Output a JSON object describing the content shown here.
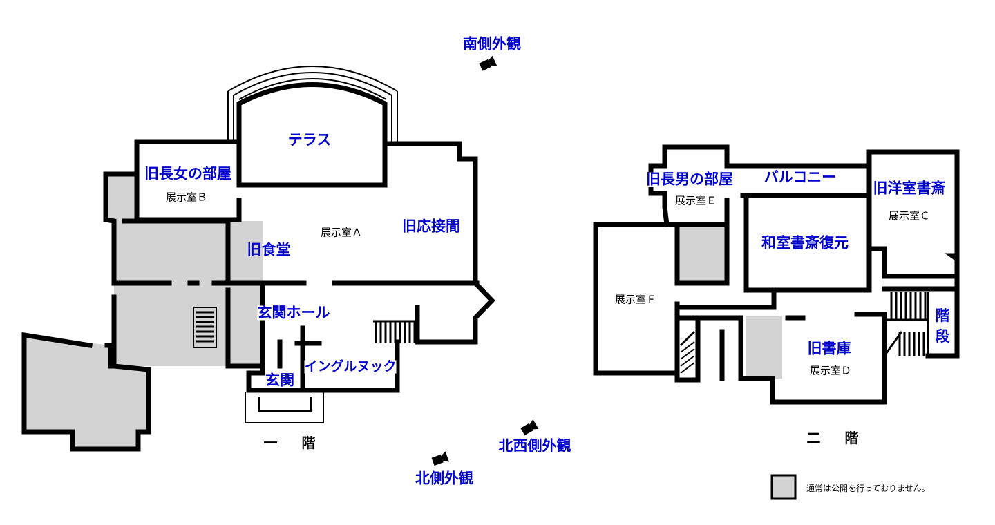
{
  "floor1": {
    "label": "一 階",
    "rooms": {
      "terrace": "テラス",
      "eldest_daughter_room": "旧長女の部屋",
      "exhibit_b": "展示室Ｂ",
      "exhibit_a": "展示室Ａ",
      "reception_room": "旧応接間",
      "dining_room": "旧食堂",
      "entrance_hall": "玄関ホール",
      "entrance": "玄関",
      "inglenook": "イングルヌック"
    }
  },
  "floor2": {
    "label": "二 階",
    "rooms": {
      "eldest_son_room": "旧長男の部屋",
      "exhibit_e": "展示室Ｅ",
      "balcony": "バルコニー",
      "western_study": "旧洋室書斎",
      "exhibit_c": "展示室Ｃ",
      "japanese_study_restored": "和室書斎復元",
      "exhibit_f": "展示室Ｆ",
      "old_library": "旧書庫",
      "exhibit_d": "展示室Ｄ",
      "stairs": "階段"
    }
  },
  "exterior_views": {
    "south": "南側外観",
    "northwest": "北西側外観",
    "north": "北側外観"
  },
  "legend": {
    "text": "通常は公開を行っておりません。",
    "swatch_color": "#d3d3d3"
  },
  "colors": {
    "label_blue": "#0000cc",
    "wall": "#000000",
    "closed_area": "#d3d3d3"
  },
  "icons": [
    "camera-icon"
  ]
}
